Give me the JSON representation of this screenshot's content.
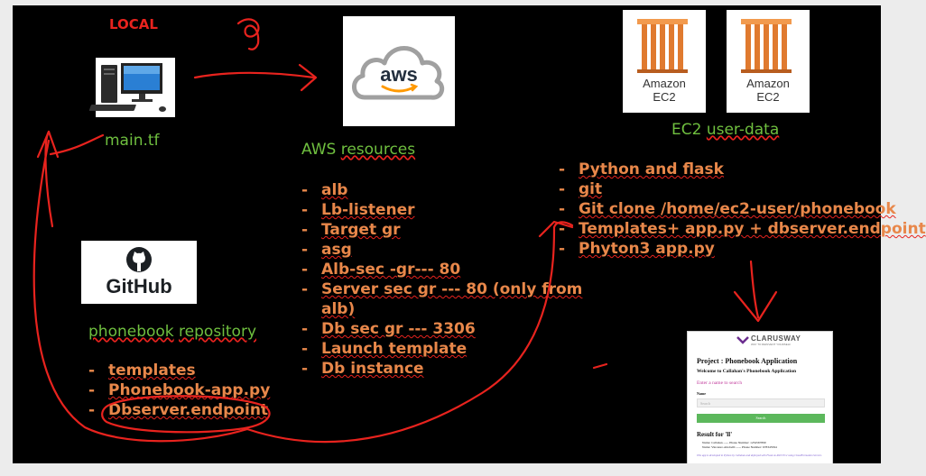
{
  "local": {
    "title": "LOCAL",
    "file_label": "main.tf"
  },
  "aws": {
    "logo_text": "aws",
    "section_prefix": "AWS",
    "section_suffix": "resources",
    "resources": [
      "alb",
      "Lb-listener",
      "Target gr",
      "asg",
      "Alb-sec -gr--- 80",
      "Server sec gr --- 80 (only from",
      "alb)",
      "Db sec gr --- 3306",
      "Launch template",
      "Db instance"
    ]
  },
  "ec2": {
    "boxes": [
      {
        "line1": "Amazon",
        "line2": "EC2"
      },
      {
        "line1": "Amazon",
        "line2": "EC2"
      }
    ],
    "section_prefix": "EC2",
    "section_suffix": "user-data",
    "steps": [
      "Python and flask",
      "git",
      "Git clone /home/ec2-user/phonebook",
      "Templates+ app.py + dbserver.endpoint",
      "Phyton3 app.py"
    ]
  },
  "github": {
    "logo_text": "GitHub",
    "section_prefix": "phonebook",
    "section_suffix": "repository",
    "files": [
      "templates",
      "Phonebook-app.py",
      "Dbserver.endpoint"
    ]
  },
  "app_preview": {
    "brand": "CLARUSWAY",
    "brand_tagline": "WAY TO REINVENT YOURSELF",
    "project_title": "Project : Phonebook Application",
    "welcome": "Welcome to Callahan's Phonebook Application",
    "prompt": "Enter a name to search",
    "name_label": "Name",
    "input_placeholder": "Search",
    "search_button": "Search",
    "result_title": "Result for 'll'",
    "results": [
      "Name: Callahan ----- Phone Number: 1234567890",
      "Name: Vincenzo Altobelli ----- Phone Number: 678345594"
    ],
    "footer": "This app is developed in Python by Callahan and deployed with Flask on AWS EC2 using CloudFormation Service."
  },
  "colors": {
    "background": "#000000",
    "annotation": "#e8231e",
    "heading_green": "#6fbf3f",
    "item_orange": "#e8874a",
    "ec2_orange": "#e07a2f",
    "aws_smile": "#ff9900",
    "search_green": "#5cb85c"
  }
}
